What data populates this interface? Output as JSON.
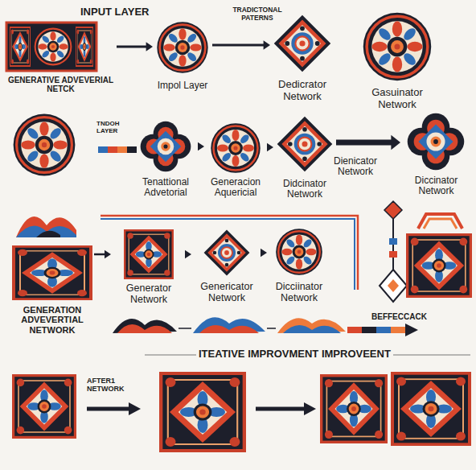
{
  "diagram": {
    "title": "INPUT LAYER",
    "nodes": [
      {
        "text": [
          "GENERATIVE ADVEVERIAL NETCK"
        ]
      },
      {
        "text": [
          "Impol Layer"
        ]
      },
      {
        "text": [
          "Dedicrator Network"
        ]
      },
      {
        "text": [
          "Gasuinator Network"
        ]
      },
      {
        "text": [
          "Tenattional Advetorial"
        ]
      },
      {
        "text": [
          "Generacion Aquericial"
        ]
      },
      {
        "text": [
          "Didcinator Network"
        ]
      },
      {
        "text": [
          "Diccinator Network"
        ]
      },
      {
        "text": [
          "Generator Network"
        ]
      },
      {
        "text": [
          "Genericator Network"
        ]
      },
      {
        "text": [
          "Dicciinator Network"
        ]
      },
      {
        "text": [
          "GENERATION ADVEVERTIAL NETWORK"
        ]
      }
    ],
    "edges": [
      {
        "from": 0,
        "to": 1,
        "arrow": "to"
      },
      {
        "from": 1,
        "to": 2,
        "arrow": "to"
      },
      {
        "from": 4,
        "to": 5,
        "arrow": "to"
      },
      {
        "from": 5,
        "to": 6,
        "arrow": "to"
      },
      {
        "from": 6,
        "to": 7,
        "arrow": "to"
      },
      {
        "from": 11,
        "to": 8,
        "arrow": "to"
      },
      {
        "from": 8,
        "to": 9,
        "arrow": "to"
      },
      {
        "from": 9,
        "to": 10,
        "arrow": "to"
      }
    ],
    "labels": [
      "TRADICTONAL PATERNS",
      "TNDOH LAYER",
      "Dienicator Network",
      "BEFFECCACK",
      "ITEATIVE IMPROVMENT IMPROVEENT",
      "AFTER1 NETWORK"
    ]
  }
}
